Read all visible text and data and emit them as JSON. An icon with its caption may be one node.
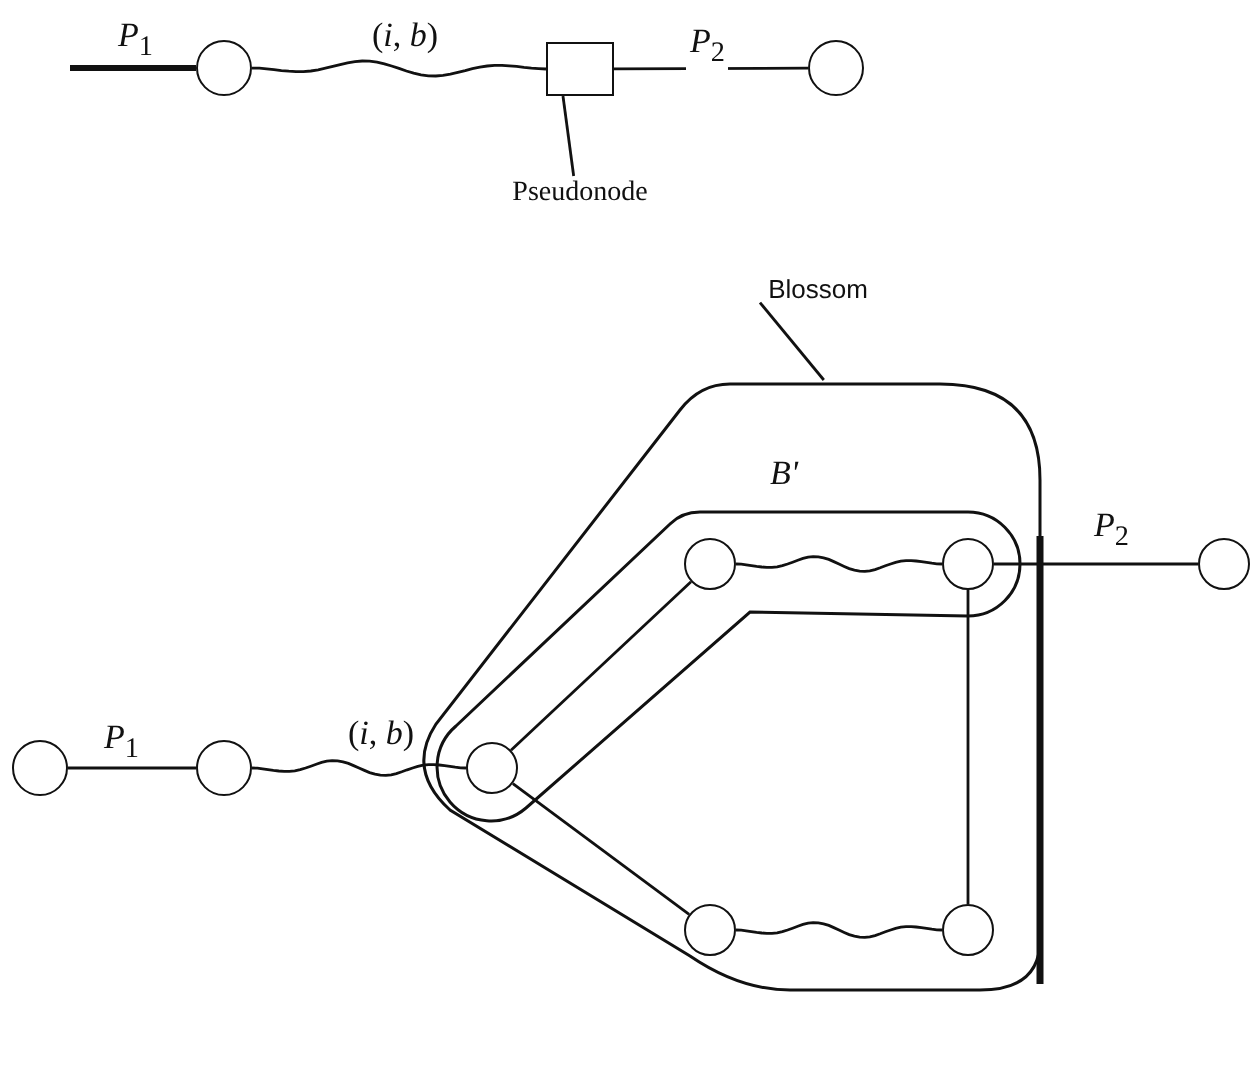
{
  "diagram": {
    "nodes": [
      {
        "text": [],
        "shape": "circle"
      },
      {
        "text": [],
        "shape": "box"
      },
      {
        "text": [],
        "shape": "circle"
      },
      {
        "text": [
          "Pseudonode"
        ]
      },
      {
        "text": [
          "Blossom"
        ]
      },
      {
        "text": [],
        "shape": "polygon"
      },
      {
        "text": [
          "B'"
        ],
        "in": 5
      },
      {
        "text": [],
        "shape": "circle"
      },
      {
        "text": [],
        "shape": "circle"
      },
      {
        "text": [],
        "shape": "circle",
        "in": 6
      },
      {
        "text": [],
        "shape": "circle",
        "in": 6
      },
      {
        "text": [],
        "shape": "circle",
        "in": 6
      },
      {
        "text": [],
        "shape": "circle",
        "in": 5
      },
      {
        "text": [],
        "shape": "circle",
        "in": 5
      },
      {
        "text": [],
        "shape": "circle"
      }
    ],
    "edges": [
      {
        "from": null,
        "to": 0,
        "arrow": "none",
        "label": "*P*$_{1}$",
        "style": "thick"
      },
      {
        "from": 0,
        "to": 1,
        "arrow": "none",
        "label": "(*i*, *b*)"
      },
      {
        "from": 1,
        "to": 2,
        "arrow": "none",
        "label": "*P*$_{2}$"
      },
      {
        "from": 3,
        "to": 1,
        "arrow": "none"
      },
      {
        "from": 4,
        "to": 5,
        "arrow": "none"
      },
      {
        "from": 7,
        "to": 8,
        "arrow": "none",
        "label": "*P*$_{1}$"
      },
      {
        "from": 8,
        "to": 9,
        "arrow": "none",
        "label": "(*i*, *b*)"
      },
      {
        "from": 9,
        "to": 10,
        "arrow": "none"
      },
      {
        "from": 10,
        "to": 11,
        "arrow": "none"
      },
      {
        "from": 11,
        "to": 14,
        "arrow": "none",
        "label": "*P*$_{2}$"
      },
      {
        "from": 11,
        "to": 13,
        "arrow": "none"
      },
      {
        "from": 9,
        "to": 12,
        "arrow": "none"
      },
      {
        "from": 12,
        "to": 13,
        "arrow": "none"
      }
    ]
  }
}
